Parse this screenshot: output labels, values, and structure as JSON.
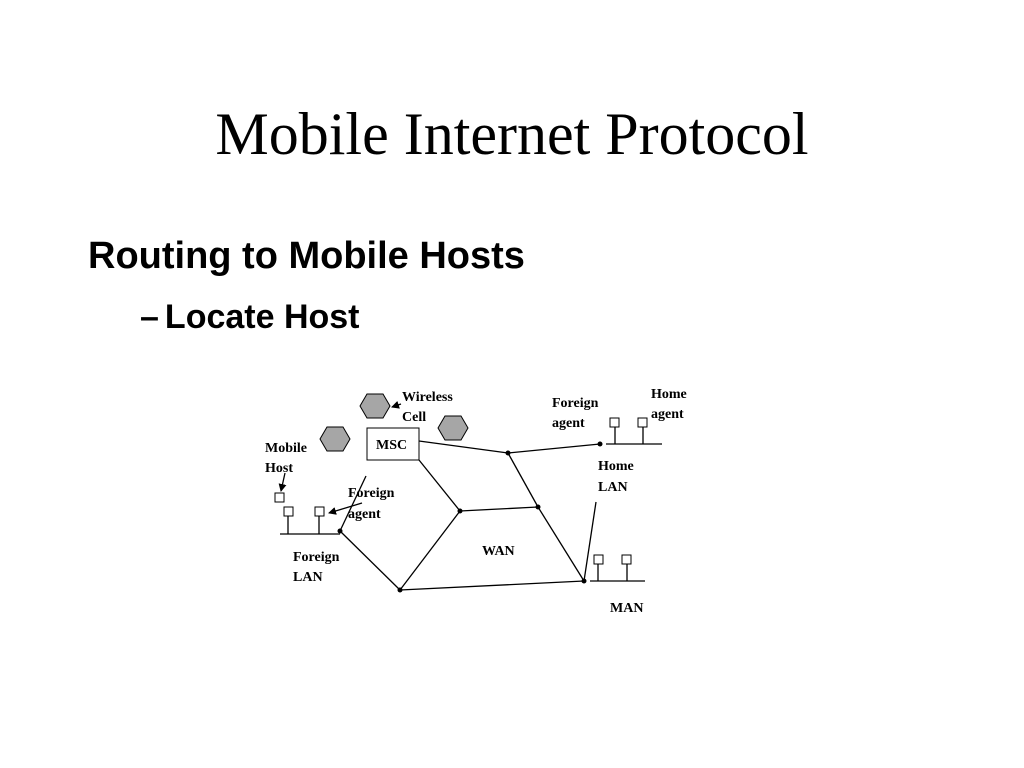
{
  "slide": {
    "title": "Mobile Internet Protocol",
    "bullet_1": "Routing to Mobile Hosts",
    "bullet_2_dash": "–",
    "bullet_2": "Locate Host"
  },
  "diagram": {
    "labels": {
      "wireless_cell_line1": "Wireless",
      "wireless_cell_line2": "Cell",
      "msc": "MSC",
      "mobile_host_line1": "Mobile",
      "mobile_host_line2": "Host",
      "foreign_agent_left_line1": "Foreign",
      "foreign_agent_left_line2": "agent",
      "foreign_lan_line1": "Foreign",
      "foreign_lan_line2": "LAN",
      "wan": "WAN",
      "foreign_agent_right_line1": "Foreign",
      "foreign_agent_right_line2": "agent",
      "home_agent_line1": "Home",
      "home_agent_line2": "agent",
      "home_lan_line1": "Home",
      "home_lan_line2": "LAN",
      "man": "MAN"
    },
    "colors": {
      "cell_fill": "#a6a6a6",
      "line": "#000000"
    }
  }
}
